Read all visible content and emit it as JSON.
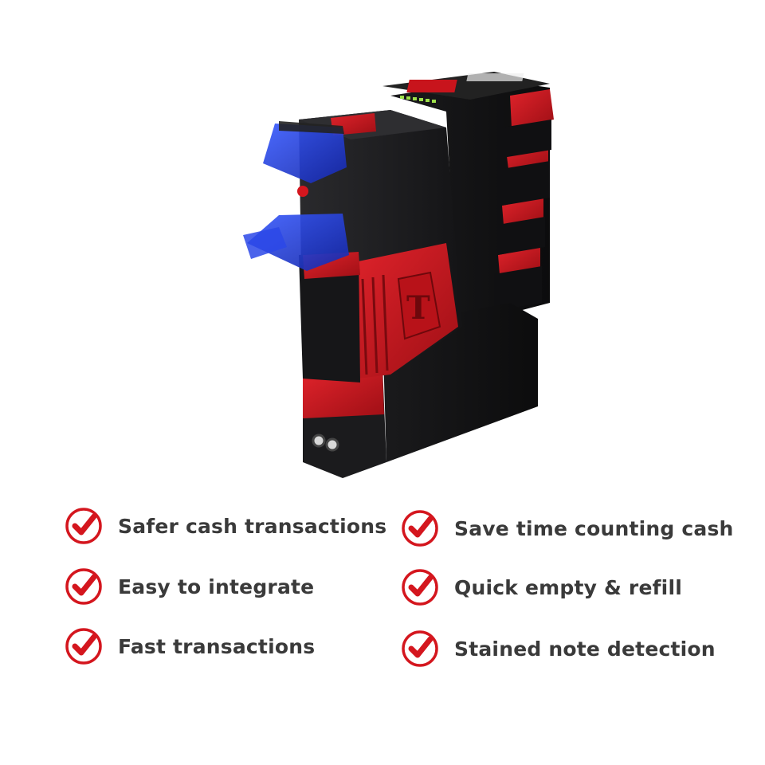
{
  "colors": {
    "accent_red": "#d4161e",
    "text": "#3a3a3a",
    "body_black": "#1c1c1e",
    "tray_blue": "#1f3fd6"
  },
  "product_image": {
    "icon": "note-recycler-device",
    "brand_mark": "stylized-T-logo"
  },
  "features": {
    "left": [
      {
        "label": "Safer cash transactions",
        "icon": "check-circle-icon"
      },
      {
        "label": "Easy to integrate",
        "icon": "check-circle-icon"
      },
      {
        "label": "Fast transactions",
        "icon": "check-circle-icon"
      }
    ],
    "right": [
      {
        "label": "Save time counting cash",
        "icon": "check-circle-icon"
      },
      {
        "label": "Quick empty & refill",
        "icon": "check-circle-icon"
      },
      {
        "label": "Stained note detection",
        "icon": "check-circle-icon"
      }
    ]
  }
}
